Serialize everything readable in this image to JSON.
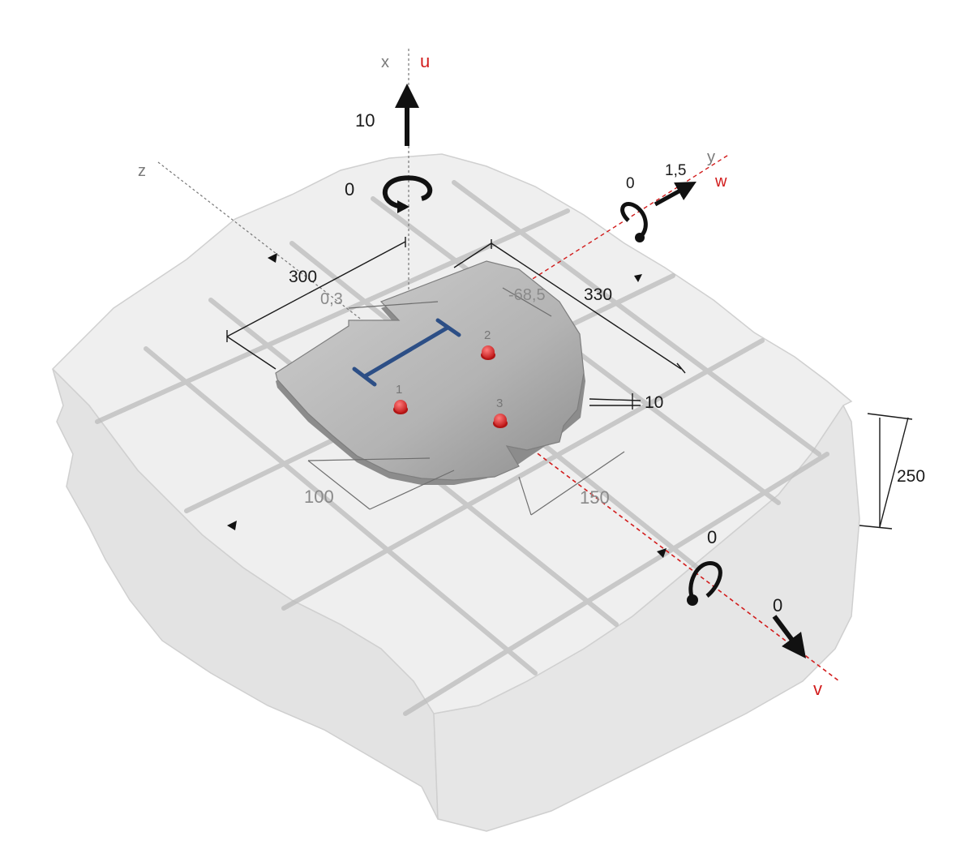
{
  "colors": {
    "concrete_top": "#ececec",
    "concrete_side": "#e2e2e2",
    "rebar": "#bdbdbd",
    "plate": "#a9a9a9",
    "column": "#2d4f86",
    "anchor": "#d92b2b",
    "axis_red": "#d21c1c",
    "dimension": "#1a1a1a"
  },
  "axes": {
    "x": "x",
    "u": "u",
    "y": "y",
    "w": "w",
    "z": "z",
    "v": "v"
  },
  "loads": {
    "force_u": "10",
    "moment_u": "0",
    "force_w": "1,5",
    "moment_w": "0",
    "moment_v": "0",
    "force_v": "0"
  },
  "dimensions": {
    "block_length": "300",
    "block_width": "330",
    "block_depth": "250",
    "offset_z": "0,3",
    "offset_y": "-68,5",
    "plate_thickness": "10",
    "anchor_spacing_a": "100",
    "anchor_spacing_b": "150"
  },
  "anchors": [
    "1",
    "2",
    "3"
  ]
}
